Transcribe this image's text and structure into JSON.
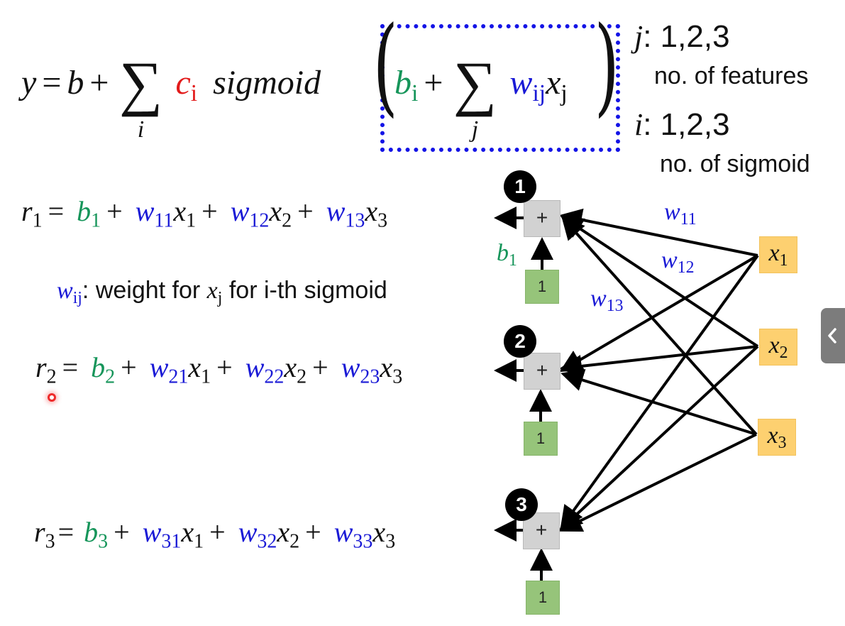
{
  "formula": {
    "y": "y",
    "eq": "=",
    "b": "b",
    "plus": "+",
    "sigma": "∑",
    "sum_index_i": "i",
    "c": "c",
    "c_sub": "i",
    "sigmoid": "sigmoid",
    "bi": "b",
    "bi_sub": "i",
    "sum_index_j": "j",
    "w": "w",
    "w_sub": "ij",
    "x": "x",
    "x_sub": "j"
  },
  "legend": {
    "j_label": "j",
    "j_values": ": 1,2,3",
    "j_note": "no. of features",
    "i_label": "i",
    "i_values": ": 1,2,3",
    "i_note": "no. of sigmoid"
  },
  "equations": [
    {
      "r": "r",
      "idx": "1",
      "b_sub": "1",
      "terms": [
        {
          "w": "11",
          "x": "1"
        },
        {
          "w": "12",
          "x": "2"
        },
        {
          "w": "13",
          "x": "3"
        }
      ]
    },
    {
      "r": "r",
      "idx": "2",
      "b_sub": "2",
      "terms": [
        {
          "w": "21",
          "x": "1"
        },
        {
          "w": "22",
          "x": "2"
        },
        {
          "w": "23",
          "x": "3"
        }
      ]
    },
    {
      "r": "r",
      "idx": "3",
      "b_sub": "3",
      "terms": [
        {
          "w": "31",
          "x": "1"
        },
        {
          "w": "32",
          "x": "2"
        },
        {
          "w": "33",
          "x": "3"
        }
      ]
    }
  ],
  "weight_definition": {
    "w": "w",
    "w_sub": "ij",
    "text1": ": weight for ",
    "x": "x",
    "x_sub": "j",
    "text2": " for i-th sigmoid"
  },
  "diagram": {
    "neurons": [
      {
        "badge": "1",
        "op": "+",
        "bias_input": "1",
        "bias_label": "b",
        "bias_sub": "1"
      },
      {
        "badge": "2",
        "op": "+",
        "bias_input": "1"
      },
      {
        "badge": "3",
        "op": "+",
        "bias_input": "1"
      }
    ],
    "inputs": [
      {
        "x": "x",
        "sub": "1"
      },
      {
        "x": "x",
        "sub": "2"
      },
      {
        "x": "x",
        "sub": "3"
      }
    ],
    "weight_labels": [
      {
        "w": "w",
        "sub": "11"
      },
      {
        "w": "w",
        "sub": "12"
      },
      {
        "w": "w",
        "sub": "13"
      }
    ]
  },
  "colors": {
    "bias": "#16955a",
    "weight": "#1a1ad6",
    "coefficient": "#e21b1b",
    "highlight_box": "#1414e6",
    "sum_node": "#d2d2d2",
    "bias_node": "#96c47a",
    "input_node": "#fdd070"
  },
  "ui": {
    "side_tab_icon": "‹"
  }
}
